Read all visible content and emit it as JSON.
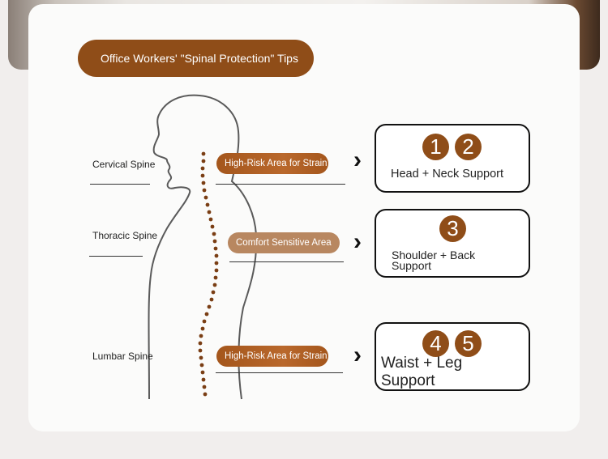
{
  "title": "Office Workers' \"Spinal Protection\" Tips",
  "regions": [
    {
      "label": "Cervical Spine",
      "area": "High-Risk Area for Strain",
      "support": "Head + Neck Support",
      "numbers": [
        "1",
        "2"
      ]
    },
    {
      "label": "Thoracic Spine",
      "area": "Comfort Sensitive Area",
      "support_lines": [
        "Shoulder + Back",
        "Support"
      ],
      "numbers": [
        "3"
      ]
    },
    {
      "label": "Lumbar Spine",
      "area": "High-Risk Area for Strain",
      "support_lines": [
        "Waist + Leg",
        "Support"
      ],
      "numbers": [
        "4",
        "5"
      ]
    }
  ],
  "colors": {
    "accent": "#8f4d18",
    "accent_light": "#b88760",
    "spine_dots": "#7a3e14"
  }
}
